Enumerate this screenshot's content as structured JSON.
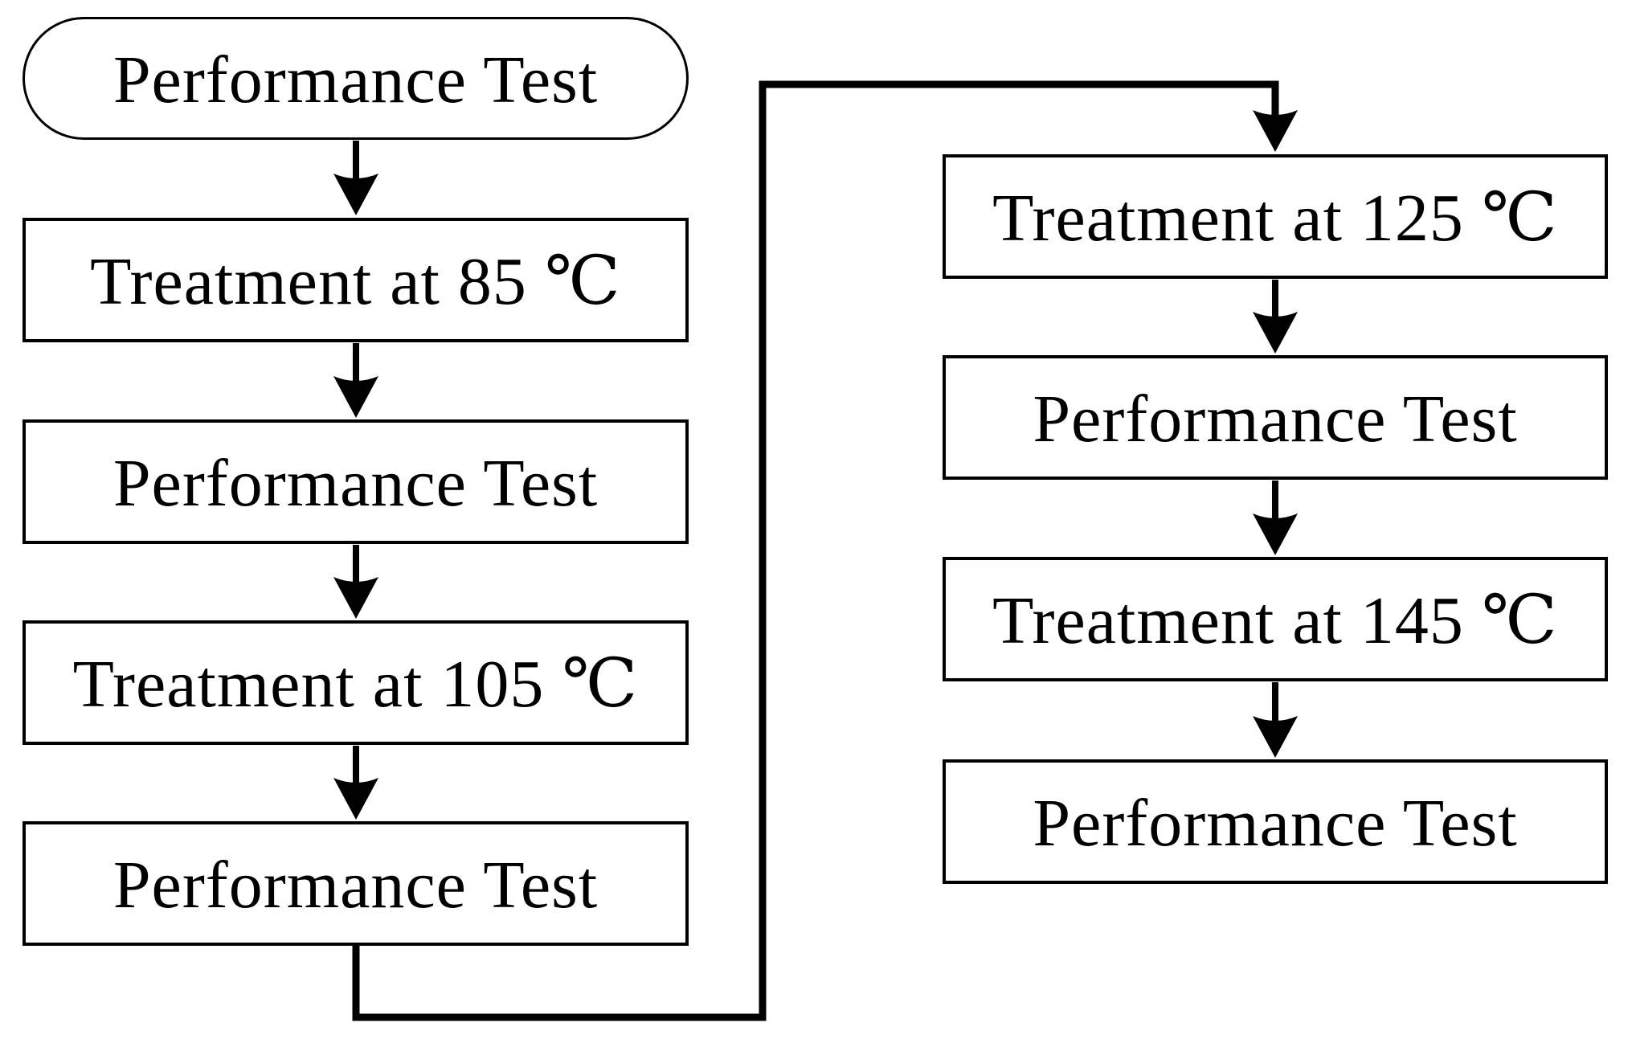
{
  "diagram": {
    "type": "flowchart",
    "colors": {
      "ink": "#000000",
      "background": "#ffffff"
    },
    "left_column": [
      {
        "id": "start",
        "shape": "stadium",
        "label": "Performance Test"
      },
      {
        "id": "treat85",
        "shape": "rect",
        "label": "Treatment at 85 ℃"
      },
      {
        "id": "perf1",
        "shape": "rect",
        "label": "Performance Test"
      },
      {
        "id": "treat105",
        "shape": "rect",
        "label": "Treatment at 105 ℃"
      },
      {
        "id": "perf2",
        "shape": "rect",
        "label": "Performance Test"
      }
    ],
    "right_column": [
      {
        "id": "treat125",
        "shape": "rect",
        "label": "Treatment at 125 ℃"
      },
      {
        "id": "perf3",
        "shape": "rect",
        "label": "Performance Test"
      },
      {
        "id": "treat145",
        "shape": "rect",
        "label": "Treatment at 145 ℃"
      },
      {
        "id": "perf4",
        "shape": "rect",
        "label": "Performance Test"
      }
    ],
    "edges": [
      {
        "from": "start",
        "to": "treat85"
      },
      {
        "from": "treat85",
        "to": "perf1"
      },
      {
        "from": "perf1",
        "to": "treat105"
      },
      {
        "from": "treat105",
        "to": "perf2"
      },
      {
        "from": "perf2",
        "to": "treat125",
        "routing": "loop-down-right-up-over"
      },
      {
        "from": "treat125",
        "to": "perf3"
      },
      {
        "from": "perf3",
        "to": "treat145"
      },
      {
        "from": "treat145",
        "to": "perf4"
      }
    ]
  }
}
